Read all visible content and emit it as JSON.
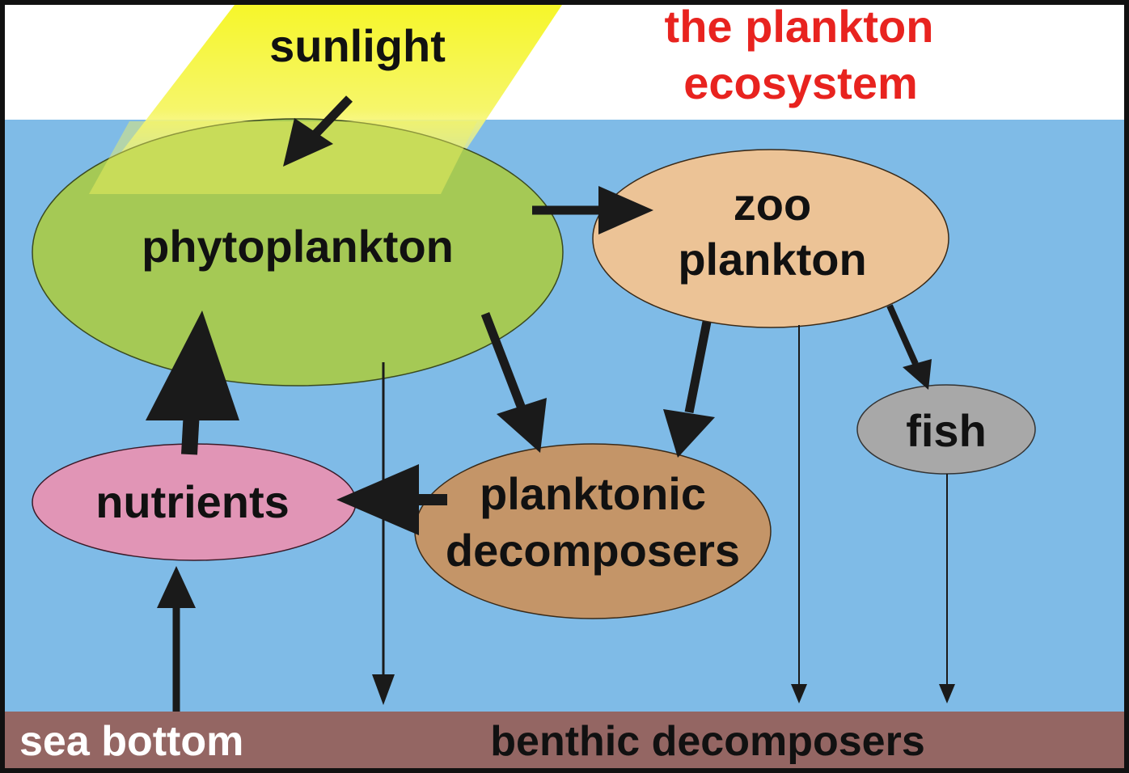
{
  "title": {
    "line1": "the plankton",
    "line2": "ecosystem",
    "color": "#e8231f"
  },
  "nodes": {
    "sunlight": "sunlight",
    "phytoplankton": "phytoplankton",
    "zooplankton_line1": "zoo",
    "zooplankton_line2": "plankton",
    "fish": "fish",
    "nutrients": "nutrients",
    "decomposers_line1": "planktonic",
    "decomposers_line2": "decomposers"
  },
  "bottom": {
    "left_label": "sea bottom",
    "right_label": "benthic decomposers"
  },
  "colors": {
    "sky": "#ffffff",
    "water": "#7fbbe7",
    "sea_bottom": "#946663",
    "sunlight": "#f2f23a",
    "phytoplankton": "#a5c955",
    "zooplankton": "#ecc396",
    "fish": "#a8a8a8",
    "nutrients": "#e195b6",
    "decomposers": "#c49568",
    "arrow": "#1a1a1a"
  }
}
